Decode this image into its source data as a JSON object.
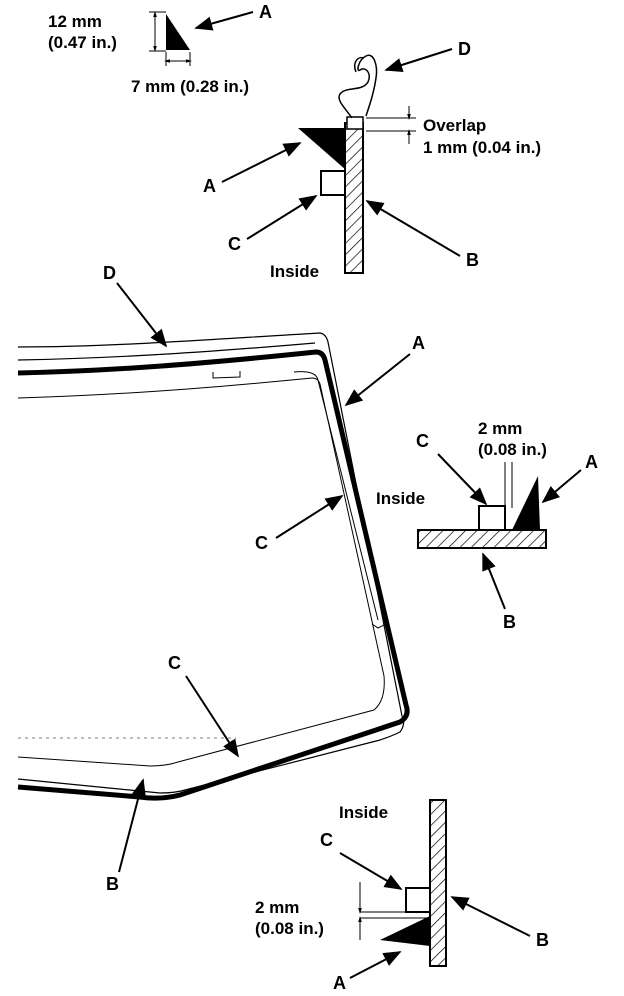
{
  "labels": {
    "a": "A",
    "b": "B",
    "c": "C",
    "d": "D"
  },
  "dimensions": {
    "height_mm": "12 mm",
    "height_in": "(0.47 in.)",
    "width": "7 mm (0.28 in.)",
    "overlap": "Overlap",
    "overlap_value": "1 mm (0.04 in.)",
    "gap_mm": "2 mm",
    "gap_in": "(0.08 in.)"
  },
  "inside": "Inside",
  "colors": {
    "ink": "#000000",
    "paper": "#ffffff"
  }
}
